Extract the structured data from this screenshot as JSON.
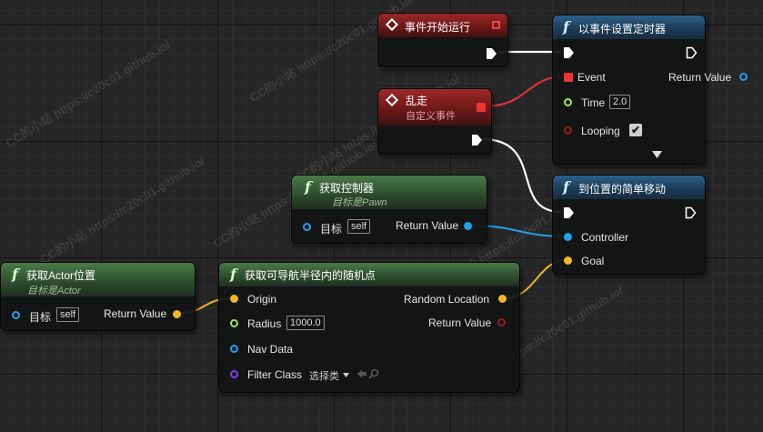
{
  "watermark": "CC的小站 https://c20c01.github.io/",
  "nodes": {
    "begin_play": {
      "title": "事件开始运行"
    },
    "set_timer": {
      "title": "以事件设置定时器",
      "event_label": "Event",
      "time_label": "Time",
      "time_value": "2.0",
      "looping_label": "Looping",
      "looping_checked": "✔",
      "return_label": "Return Value"
    },
    "wander_event": {
      "title": "乱走",
      "subtitle": "自定义事件"
    },
    "get_controller": {
      "title": "获取控制器",
      "subtitle": "目标是Pawn",
      "target_label": "目标",
      "target_value": "self",
      "return_label": "Return Value"
    },
    "move_to": {
      "title": "到位置的简单移动",
      "controller_label": "Controller",
      "goal_label": "Goal"
    },
    "get_actor_location": {
      "title": "获取Actor位置",
      "subtitle": "目标是Actor",
      "target_label": "目标",
      "target_value": "self",
      "return_label": "Return Value"
    },
    "random_point": {
      "title": "获取可导航半径内的随机点",
      "origin_label": "Origin",
      "radius_label": "Radius",
      "radius_value": "1000.0",
      "navdata_label": "Nav Data",
      "filter_label": "Filter Class",
      "filter_value": "选择类",
      "random_location_label": "Random Location",
      "return_label": "Return Value"
    }
  },
  "colors": {
    "exec": "#ffffff",
    "object": "#1ea3f0",
    "vector": "#f3b625",
    "float": "#a6e35a",
    "class": "#8a3cf0",
    "bool": "#9a1a1a",
    "delegate": "#ee3333"
  }
}
